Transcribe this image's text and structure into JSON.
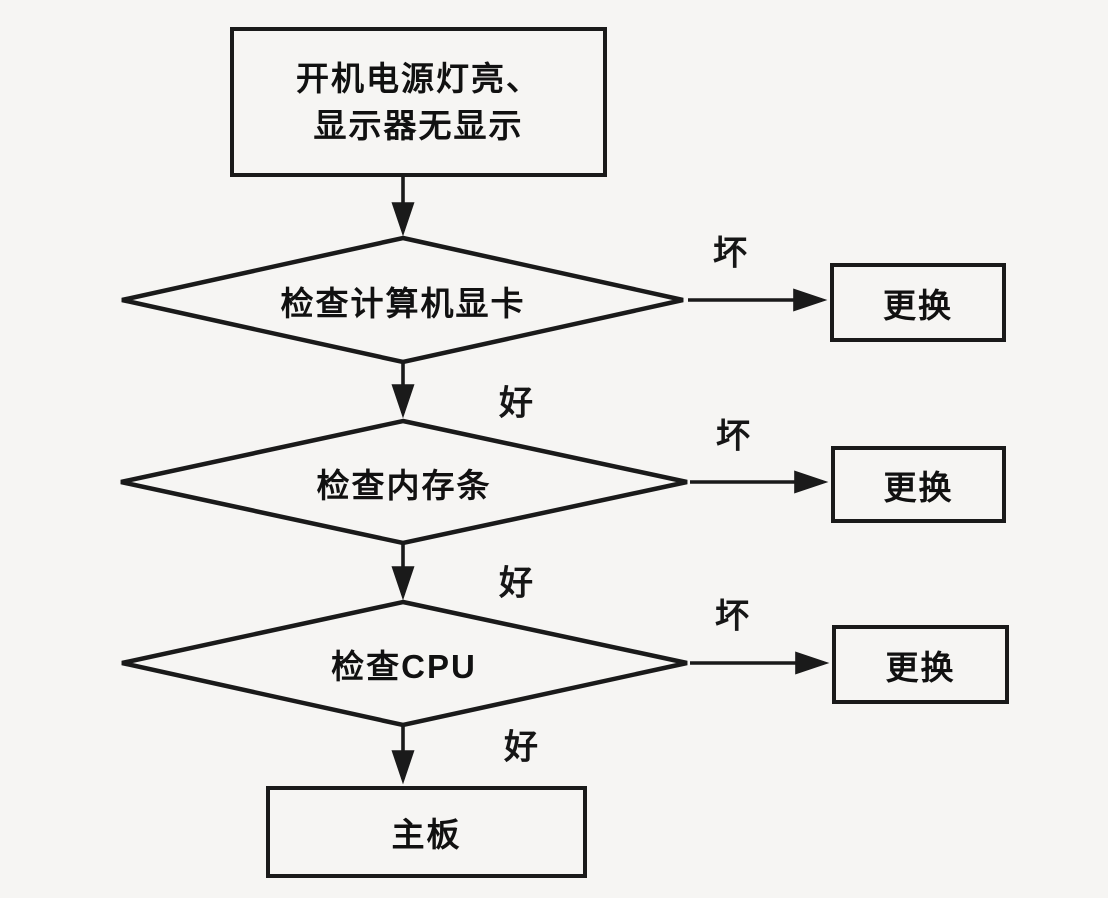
{
  "colors": {
    "background": "#f6f5f3",
    "ink": "#1a1a1a"
  },
  "nodes": {
    "start": {
      "line1": "开机电源灯亮、",
      "line2": "显示器无显示"
    },
    "check_gpu": {
      "label": "检查计算机显卡"
    },
    "check_ram": {
      "label": "检查内存条"
    },
    "check_cpu": {
      "label": "检查CPU"
    },
    "replace1": {
      "label": "更换"
    },
    "replace2": {
      "label": "更换"
    },
    "replace3": {
      "label": "更换"
    },
    "motherboard": {
      "label": "主板"
    }
  },
  "edge_labels": {
    "bad1": "坏",
    "bad2": "坏",
    "bad3": "坏",
    "good1": "好",
    "good2": "好",
    "good3": "好"
  }
}
